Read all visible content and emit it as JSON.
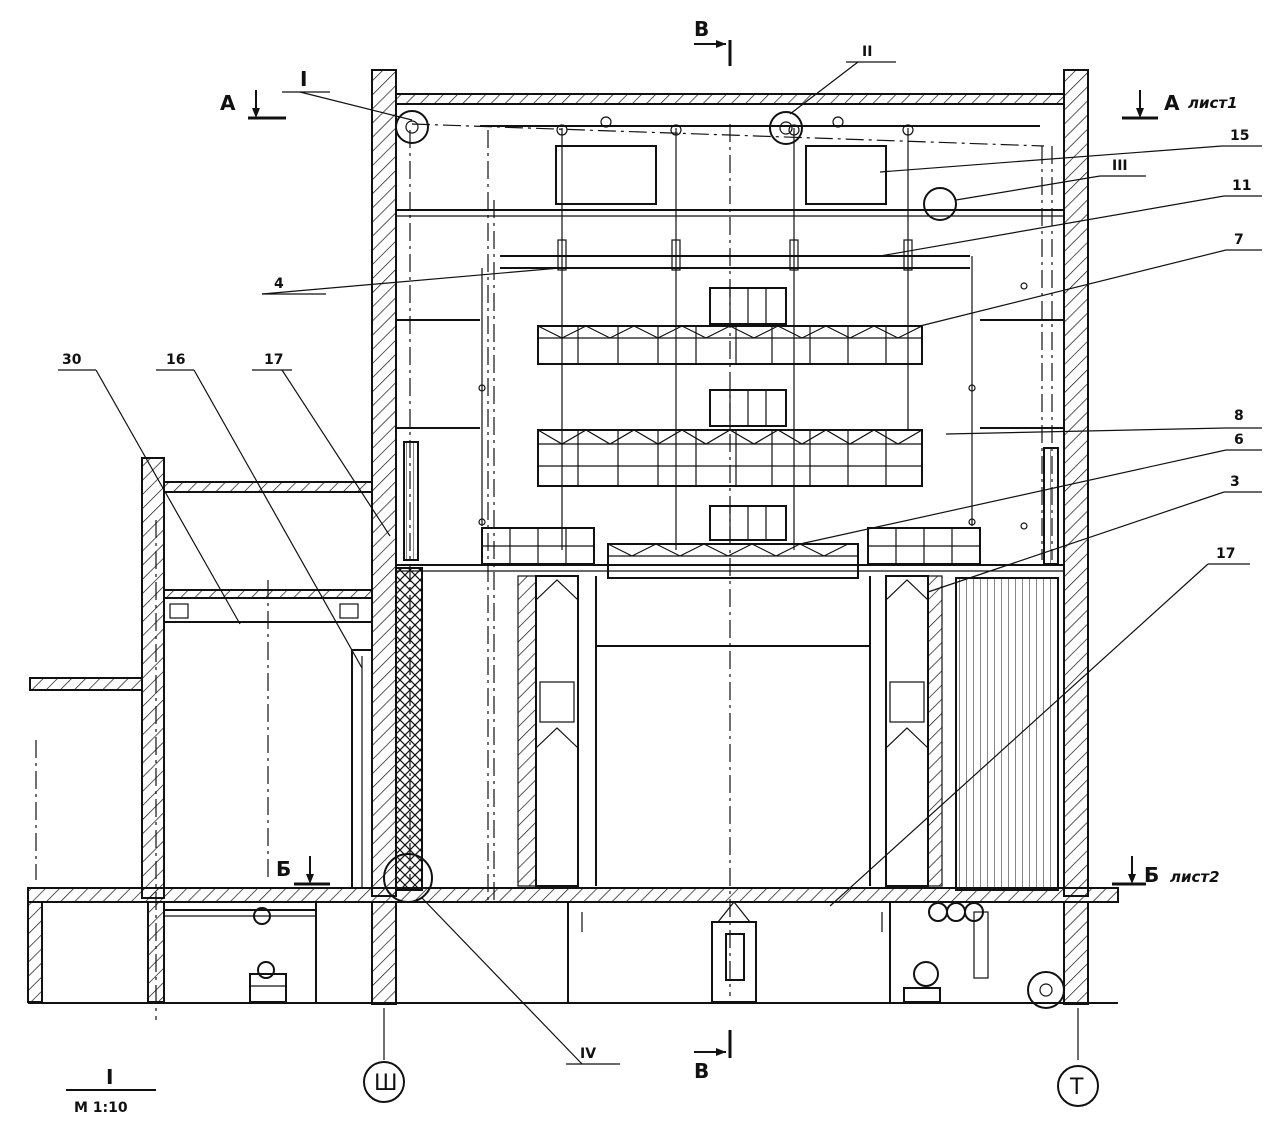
{
  "callouts": {
    "c15": "15",
    "c11": "11",
    "c7": "7",
    "c4": "4",
    "c8": "8",
    "c6": "6",
    "c3": "3",
    "c17a": "17",
    "c17b": "17",
    "c16": "16",
    "c30": "30"
  },
  "nodes": {
    "n1": "I",
    "n2": "II",
    "n3": "III",
    "n4": "IV"
  },
  "sections": {
    "a_left": "А",
    "a_right": "А",
    "a_sheet": "лист1",
    "b_left": "Б",
    "b_right": "Б",
    "b_sheet": "лист2",
    "v_top": "В",
    "v_bottom": "В"
  },
  "axes": {
    "left": "Ш",
    "right": "Т"
  },
  "scale": {
    "title": "I",
    "ratio": "М 1:10"
  }
}
